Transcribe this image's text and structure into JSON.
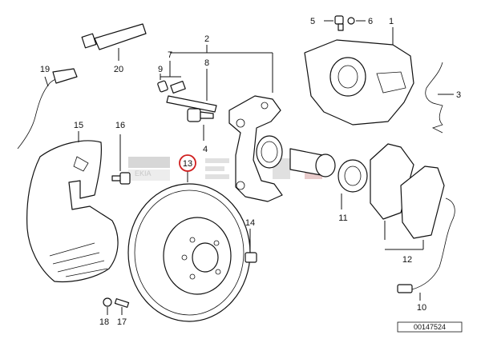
{
  "callouts": [
    {
      "id": "c1",
      "label": "1"
    },
    {
      "id": "c2",
      "label": "2"
    },
    {
      "id": "c3",
      "label": "3"
    },
    {
      "id": "c4",
      "label": "4"
    },
    {
      "id": "c5",
      "label": "5"
    },
    {
      "id": "c6",
      "label": "6"
    },
    {
      "id": "c7",
      "label": "7"
    },
    {
      "id": "c8",
      "label": "8"
    },
    {
      "id": "c9",
      "label": "9"
    },
    {
      "id": "c10",
      "label": "10"
    },
    {
      "id": "c11",
      "label": "11"
    },
    {
      "id": "c12",
      "label": "12"
    },
    {
      "id": "c13",
      "label": "13"
    },
    {
      "id": "c14",
      "label": "14"
    },
    {
      "id": "c15",
      "label": "15"
    },
    {
      "id": "c16",
      "label": "16"
    },
    {
      "id": "c17",
      "label": "17"
    },
    {
      "id": "c18",
      "label": "18"
    },
    {
      "id": "c19",
      "label": "19"
    },
    {
      "id": "c20",
      "label": "20"
    }
  ],
  "highlight": {
    "label": "13",
    "color": "#d01f1f"
  },
  "watermark": {
    "text": "EKIA"
  },
  "diagram_ref": "00147524"
}
